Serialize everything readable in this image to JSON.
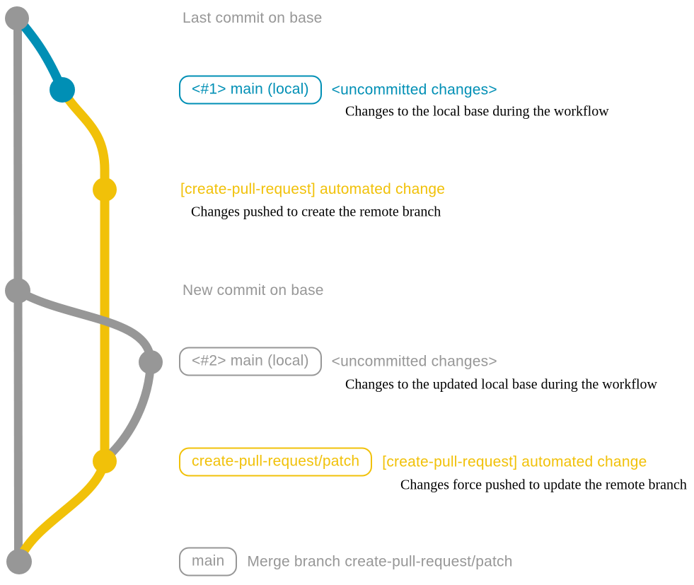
{
  "colors": {
    "base": "#979797",
    "local_main": "#008fb5",
    "pr": "#f1c109",
    "annotation_text": "#000000",
    "background": "#ffffff"
  },
  "rows": [
    {
      "message": "Last commit on base"
    },
    {
      "label": "<#1> main (local)",
      "message": "<uncommitted changes>",
      "annotation": "Changes to the local base during the workflow"
    },
    {
      "message": "[create-pull-request] automated change",
      "annotation": "Changes pushed to create the remote branch"
    },
    {
      "message": "New commit on base"
    },
    {
      "label": "<#2> main (local)",
      "message": "<uncommitted changes>",
      "annotation": "Changes to the updated local base during the workflow"
    },
    {
      "label": "create-pull-request/patch",
      "message": "[create-pull-request] automated change",
      "annotation": "Changes force pushed to update the remote branch"
    },
    {
      "label": "main",
      "message": "Merge branch create-pull-request/patch"
    }
  ]
}
